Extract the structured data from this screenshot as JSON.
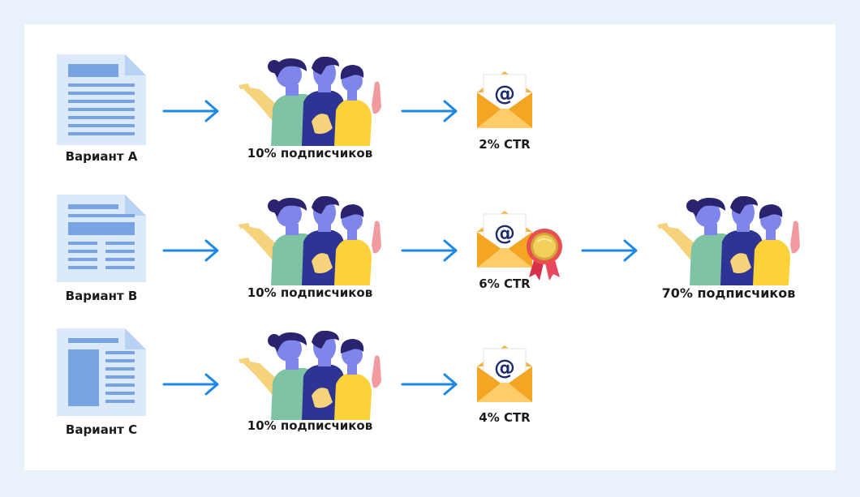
{
  "rows": [
    {
      "variant_label": "Вариант A",
      "audience_label": "10% подписчиков",
      "ctr_label": "2% CTR",
      "winner": false
    },
    {
      "variant_label": "Вариант B",
      "audience_label": "10% подписчиков",
      "ctr_label": "6% CTR",
      "winner": true
    },
    {
      "variant_label": "Вариант C",
      "audience_label": "10% подписчиков",
      "ctr_label": "4% CTR",
      "winner": false
    }
  ],
  "result": {
    "audience_label": "70% подписчиков"
  },
  "colors": {
    "arrow": "#1e88e5",
    "doc_page": "#dbe9fb",
    "doc_block": "#7aa3e3",
    "envelope": "#f5a524",
    "envelope_light": "#ffcc6a",
    "at_sign": "#1d2a6b",
    "teal_shirt": "#7ec3a4",
    "navy_shirt": "#2d3494",
    "yellow_shirt": "#fbd23a",
    "skin": "#f6d27a",
    "hair": "#2a2470"
  },
  "icons": [
    "document-icon",
    "people-group-icon",
    "email-envelope-icon",
    "award-medal-icon",
    "arrow-right-icon"
  ]
}
